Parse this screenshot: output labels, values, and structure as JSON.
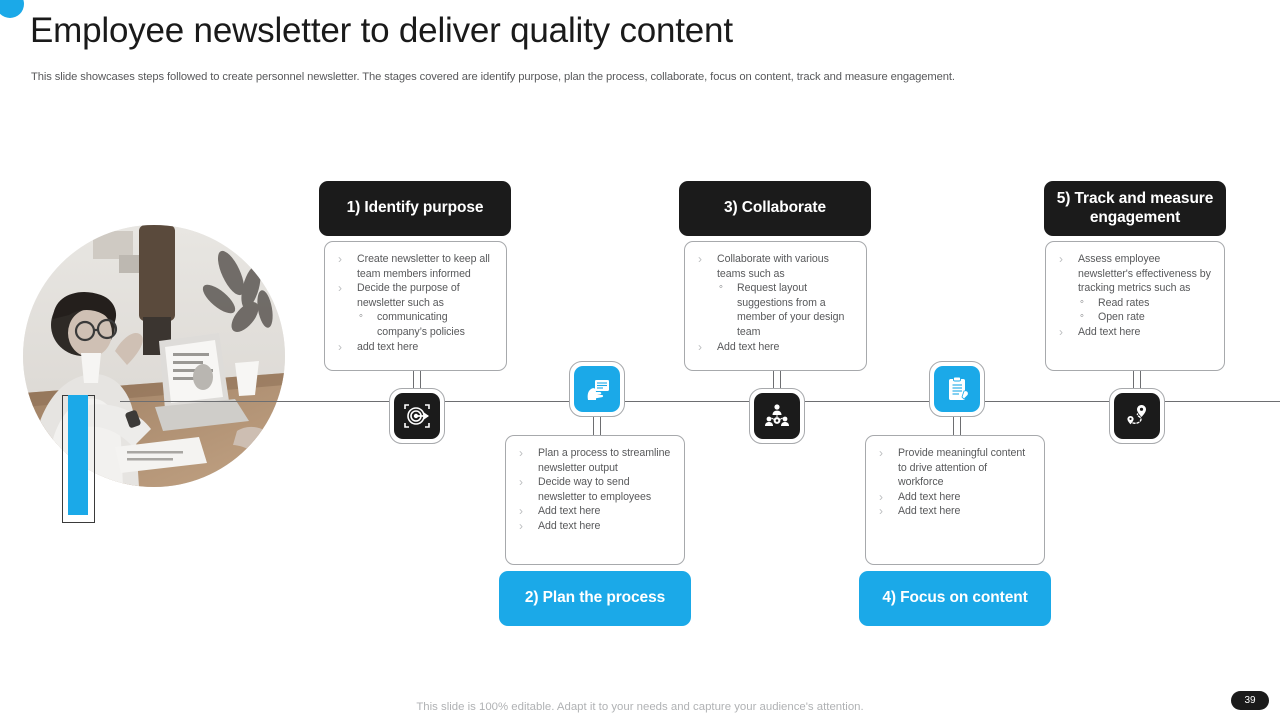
{
  "header": {
    "title": "Employee newsletter to deliver quality content",
    "subtitle": "This slide showcases steps followed to create personnel newsletter. The stages covered are identify purpose, plan the process, collaborate, focus on content, track and measure engagement."
  },
  "colors": {
    "accent_blue": "#1BA9E8",
    "dark": "#1B1B1B",
    "body_text": "#58595B",
    "line": "#6D6E71",
    "card_border": "#A7A9AC"
  },
  "photo": {
    "alt": "Woman with glasses working on a laptop at an office desk",
    "accent_bar_color": "#1BA9E8"
  },
  "steps": [
    {
      "id": "step-1",
      "title": "1) Identify purpose",
      "title_style": "dark",
      "icon": "target-icon",
      "icon_style": "dark",
      "position": "above",
      "bullets": [
        {
          "text": "Create newsletter to keep all team members informed",
          "sub": []
        },
        {
          "text": "Decide the purpose of newsletter such as",
          "sub": [
            "communicating company’s policies"
          ]
        },
        {
          "text": "add text here",
          "sub": []
        }
      ]
    },
    {
      "id": "step-2",
      "title": "2) Plan the process",
      "title_style": "blue",
      "icon": "hand-newsletter-icon",
      "icon_style": "blue",
      "position": "below",
      "bullets": [
        {
          "text": "Plan a process to streamline  newsletter output",
          "sub": []
        },
        {
          "text": "Decide way to  send newsletter to employees",
          "sub": []
        },
        {
          "text": "Add text here",
          "sub": []
        },
        {
          "text": "Add text here",
          "sub": []
        }
      ]
    },
    {
      "id": "step-3",
      "title": "3) Collaborate",
      "title_style": "dark",
      "icon": "team-hierarchy-icon",
      "icon_style": "dark",
      "position": "above",
      "bullets": [
        {
          "text": "Collaborate with various teams such as",
          "sub": [
            "Request layout suggestions from a member of your design team"
          ]
        },
        {
          "text": "Add text here",
          "sub": []
        }
      ]
    },
    {
      "id": "step-4",
      "title": "4) Focus on content",
      "title_style": "blue",
      "icon": "clipboard-checklist-icon",
      "icon_style": "blue",
      "position": "below",
      "bullets": [
        {
          "text": "Provide meaningful content to drive attention of workforce",
          "sub": []
        },
        {
          "text": "Add text here",
          "sub": []
        },
        {
          "text": "Add text here",
          "sub": []
        }
      ]
    },
    {
      "id": "step-5",
      "title": "5) Track and measure engagement",
      "title_style": "dark",
      "icon": "route-map-pin-icon",
      "icon_style": "dark",
      "position": "above",
      "bullets": [
        {
          "text": "Assess employee newsletter's effectiveness by tracking metrics such as",
          "sub": [
            "Read rates",
            "Open rate"
          ]
        },
        {
          "text": "Add text here",
          "sub": []
        }
      ]
    }
  ],
  "footer": {
    "note": "This slide is 100% editable. Adapt it to your needs and capture your audience's attention.",
    "page_number": "39"
  }
}
